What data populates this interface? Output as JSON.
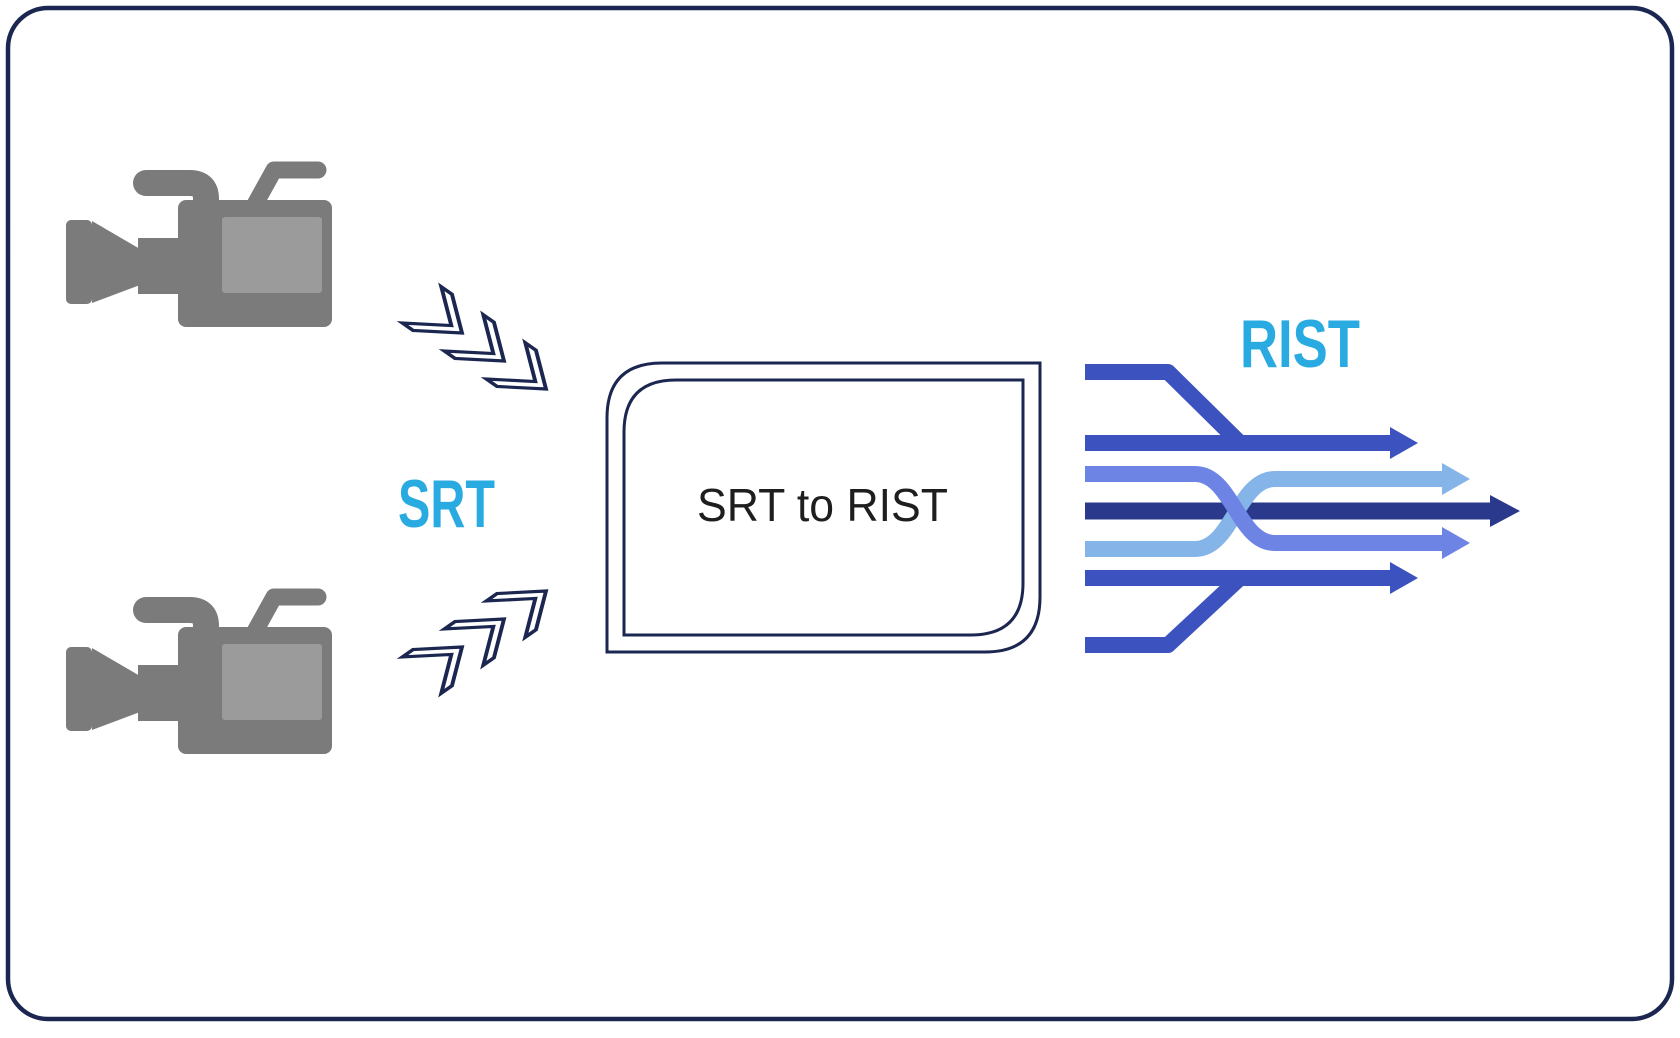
{
  "diagram": {
    "input_protocol_label": "SRT",
    "output_protocol_label": "RIST",
    "converter_box_label": "SRT to RIST",
    "source_count": 2,
    "input_chevron_groups": 2,
    "chevrons_per_group": 3,
    "output_stream_count": 5
  },
  "colors": {
    "background": "#ffffff",
    "frame_border": "#1b2750",
    "outline_navy": "#1b2750",
    "protocol_cyan": "#29abe2",
    "camera_body_gray": "#7b7b7b",
    "camera_screen_gray": "#9b9b9b",
    "box_label_text": "#1e1e1e",
    "arrow_blue": "#3c52be",
    "arrow_dark_navy": "#2b398c",
    "arrow_periwinkle": "#6e84e5",
    "arrow_light_blue": "#85b5e8",
    "chevron_fill": "#ffffff"
  }
}
